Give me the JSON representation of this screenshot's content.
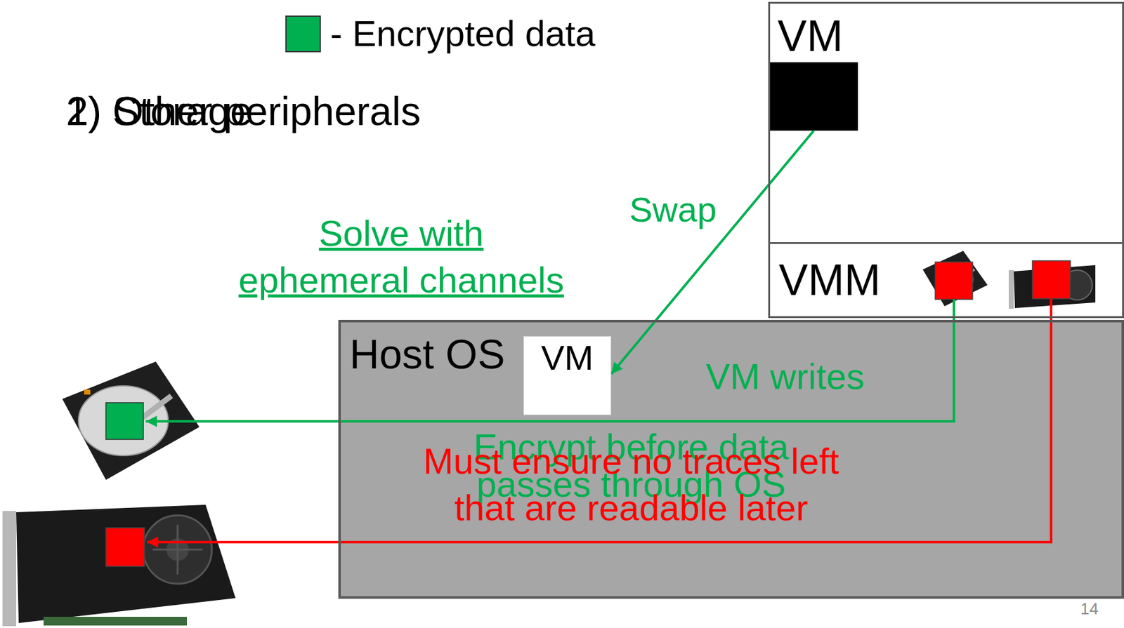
{
  "diagram": {
    "nodes": [
      {
        "text": [
          "VM"
        ]
      },
      {
        "text": [
          "VMM"
        ]
      },
      {
        "text": [
          "Host OS"
        ]
      },
      {
        "text": [
          "VM"
        ],
        "in": 2
      }
    ],
    "edges": [
      {
        "from": 0,
        "to": 3,
        "arrow": "to",
        "label": "Swap"
      }
    ],
    "labels": [
      "1) Storage",
      "2) Other peripherals",
      "Solve with ephemeral channels",
      "VM writes",
      "Encrypt before data passes through OS",
      "Must ensure no traces left that are readable later",
      "14"
    ],
    "legend": [
      {
        "text": "- Encrypted data",
        "color": "#00b050"
      }
    ]
  }
}
